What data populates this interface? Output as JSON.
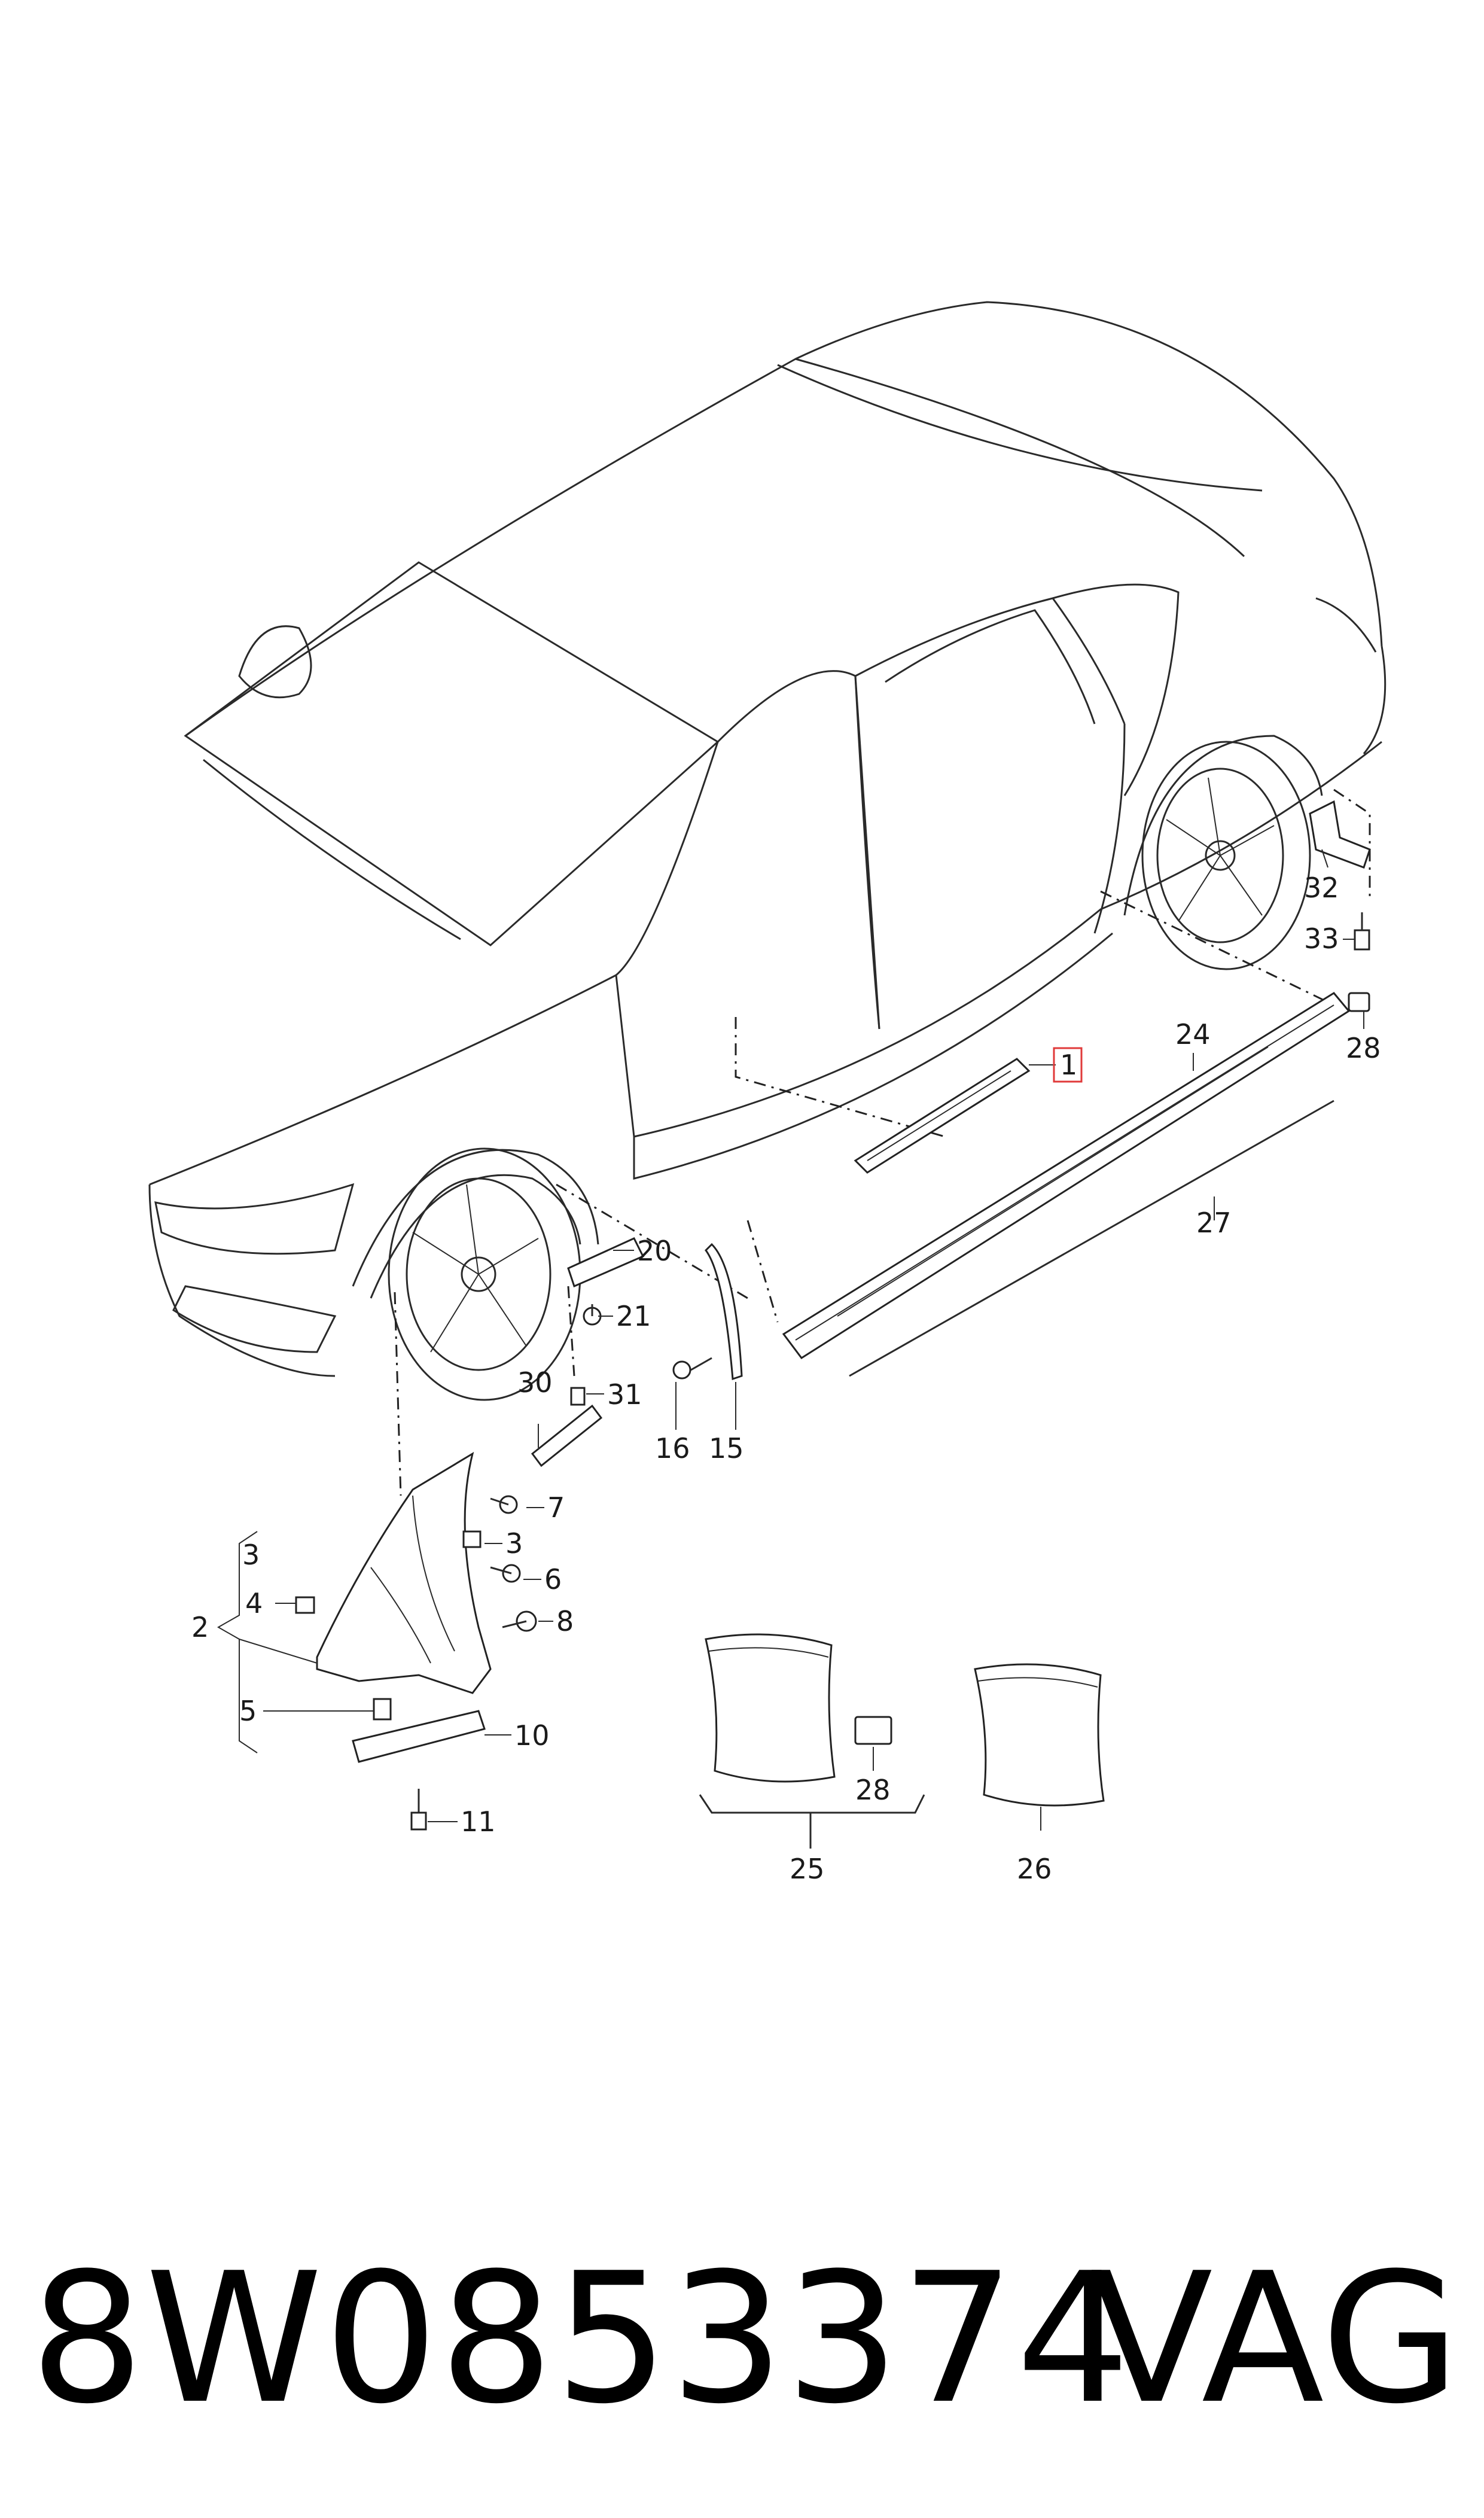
{
  "callouts": {
    "c1": "1",
    "c2": "2",
    "c3a": "3",
    "c3b": "3",
    "c4": "4",
    "c5": "5",
    "c6": "6",
    "c7": "7",
    "c8": "8",
    "c10": "10",
    "c11": "11",
    "c15": "15",
    "c16": "16",
    "c20": "20",
    "c21": "21",
    "c24": "24",
    "c25": "25",
    "c26": "26",
    "c27": "27",
    "c28a": "28",
    "c28b": "28",
    "c30": "30",
    "c31": "31",
    "c32": "32",
    "c33": "33"
  },
  "highlight_color": "#e03a3a",
  "footer": {
    "part_number": "8W0853374",
    "brand": "VAG"
  }
}
